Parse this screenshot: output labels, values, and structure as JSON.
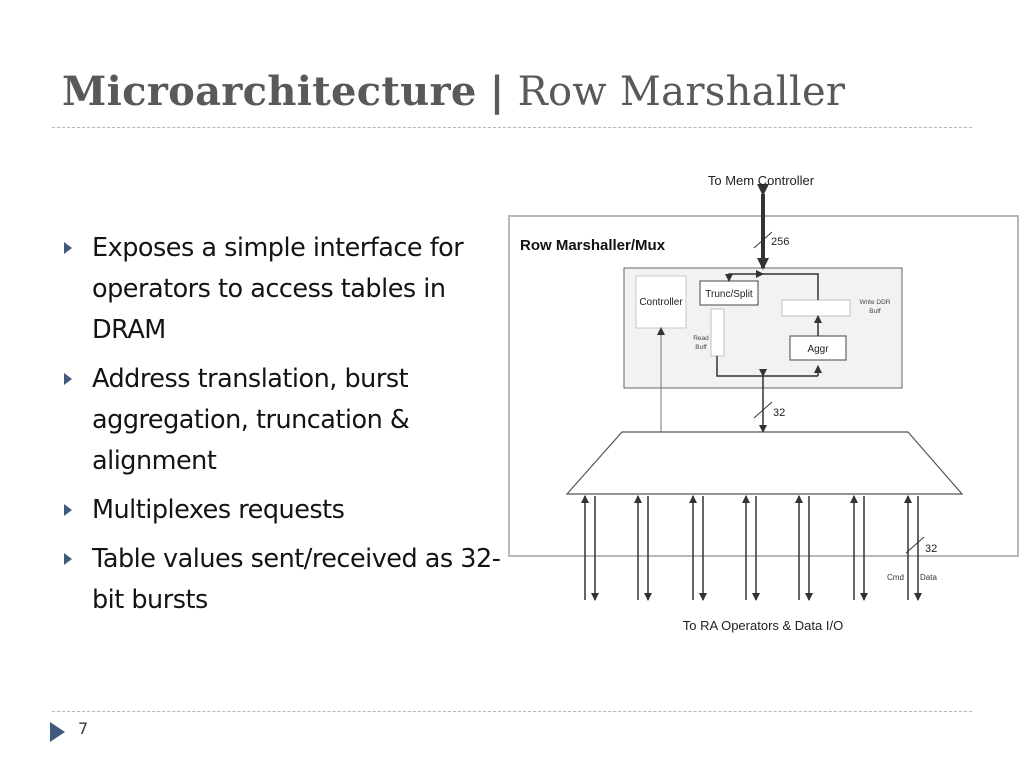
{
  "slide": {
    "title_bold": "Microarchitecture",
    "title_sep": "|",
    "title_rest": "Row Marshaller",
    "page_number": "7",
    "bullets": [
      "Exposes a simple interface for operators to access tables in DRAM",
      "Address translation, burst aggregation, truncation & alignment",
      "Multiplexes requests",
      "Table values sent/received as 32-bit bursts"
    ]
  },
  "diagram": {
    "top_label": "To Mem Controller",
    "box_label": "Row Marshaller/Mux",
    "bus_top_width": "256",
    "controller": "Controller",
    "trunc_split": "Trunc/Split",
    "write_ddr_buff_1": "Write DDR",
    "write_ddr_buff_2": "Buff",
    "read_buff_1": "Read",
    "read_buff_2": "Buff",
    "aggr": "Aggr",
    "bus_mid_width": "32",
    "bus_bottom_width": "32",
    "cmd_label": "Cmd",
    "data_label": "Data",
    "bottom_label": "To RA Operators & Data I/O"
  }
}
